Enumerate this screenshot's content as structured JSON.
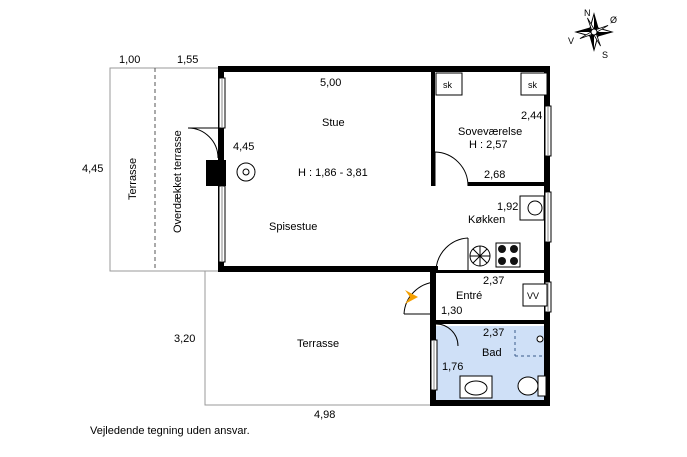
{
  "dimensions": {
    "top_terrace_left": "1,00",
    "top_terrace_right": "1,55",
    "terrace_height": "4,45",
    "living_width": "5,00",
    "fireplace_depth": "4,45",
    "bedroom_width": "2,44",
    "bedroom_depth": "2,68",
    "kitchen_width": "1,92",
    "entry_width": "2,37",
    "entry_depth": "1,30",
    "bath_width": "2,37",
    "bath_depth": "1,76",
    "bottom_terrace_depth": "3,20",
    "total_width": "4,98"
  },
  "rooms": {
    "terrace_left": "Terrasse",
    "covered_terrace": "Overdækket terrasse",
    "living": "Stue",
    "living_height": "H : 1,86 - 3,81",
    "dining": "Spisestue",
    "bedroom": "Soveværelse",
    "bedroom_height": "H : 2,57",
    "kitchen": "Køkken",
    "entry": "Entré",
    "bath": "Bad",
    "terrace_bottom": "Terrasse"
  },
  "fixtures": {
    "closet_1": "sk",
    "closet_2": "sk",
    "laundry": "VV"
  },
  "compass": {
    "n": "N",
    "s": "S",
    "e": "Ø",
    "w": "V"
  },
  "colors": {
    "bath_floor": "#cfe0f7",
    "entry_arrow": "#f5a000",
    "wall": "#000000"
  },
  "disclaimer": "Vejledende tegning uden ansvar."
}
